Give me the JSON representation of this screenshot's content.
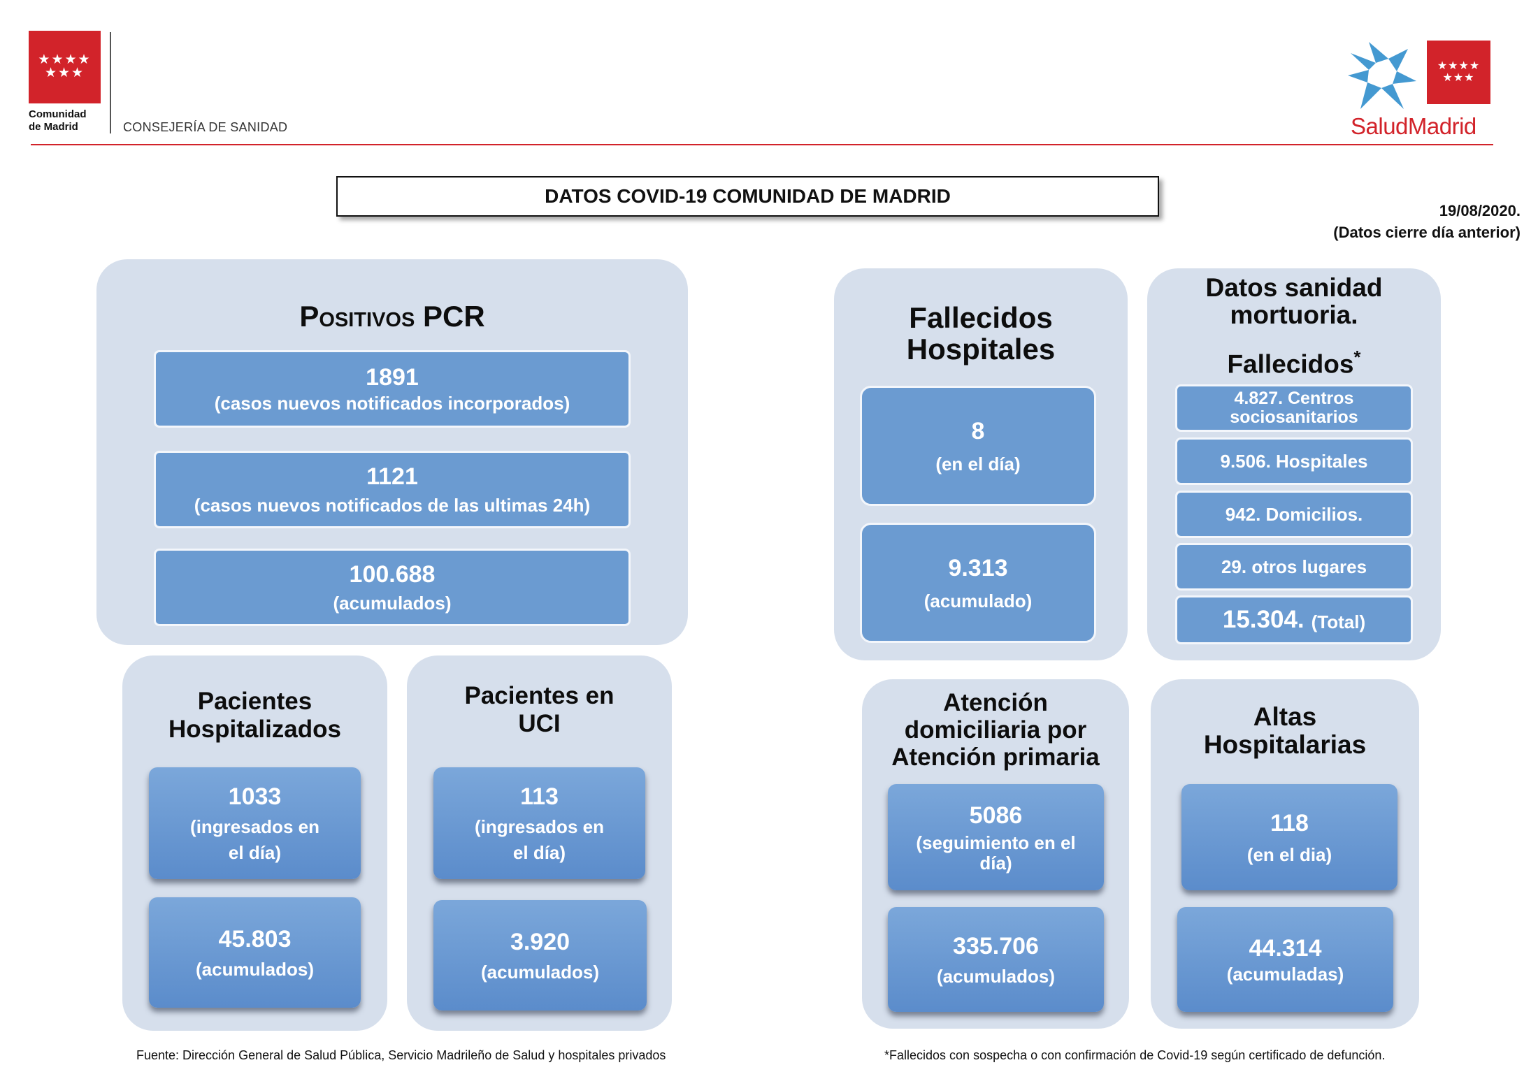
{
  "header": {
    "org_stars": "★★★★\n★★★",
    "org_name_line1": "Comunidad",
    "org_name_line2": "de Madrid",
    "department": "CONSEJERÍA DE SANIDAD",
    "salud_logo_text": "SaludMadrid"
  },
  "title": "DATOS COVID-19 COMUNIDAD DE MADRID",
  "date": {
    "line1": "19/08/2020.",
    "line2": "(Datos cierre día anterior)"
  },
  "pcr": {
    "title": "Positivos PCR",
    "items": [
      {
        "value": "1891",
        "desc": "(casos nuevos notificados incorporados)"
      },
      {
        "value": "1121",
        "desc": "(casos nuevos notificados de las ultimas 24h)"
      },
      {
        "value": "100.688",
        "desc": "(acumulados)"
      }
    ]
  },
  "hospitalizados": {
    "title_line1": "Pacientes",
    "title_line2": "Hospitalizados",
    "items": [
      {
        "value": "1033",
        "desc_line1": "(ingresados en",
        "desc_line2": "el día)"
      },
      {
        "value": "45.803",
        "desc_line1": "(acumulados)"
      }
    ]
  },
  "uci": {
    "title_line1": "Pacientes en",
    "title_line2": "UCI",
    "items": [
      {
        "value": "113",
        "desc_line1": "(ingresados en",
        "desc_line2": "el día)"
      },
      {
        "value": "3.920",
        "desc_line1": "(acumulados)"
      }
    ]
  },
  "fallecidos_hospitales": {
    "title_line1": "Fallecidos",
    "title_line2": "Hospitales",
    "items": [
      {
        "value": "8",
        "desc": "(en el día)"
      },
      {
        "value": "9.313",
        "desc": "(acumulado)"
      }
    ]
  },
  "mortuoria": {
    "title_line1": "Datos sanidad",
    "title_line2": "mortuoria.",
    "title_line3": "Fallecidos",
    "asterisk": "*",
    "items": [
      {
        "text_line1": "4.827. Centros",
        "text_line2": "sociosanitarios"
      },
      {
        "text_line1": "9.506. Hospitales"
      },
      {
        "text_line1": "942. Domicilios."
      },
      {
        "text_line1": "29. otros lugares"
      }
    ],
    "total_value": "15.304.",
    "total_label": "(Total)"
  },
  "atencion": {
    "title_line1": "Atención",
    "title_line2": "domiciliaria por",
    "title_line3": "Atención primaria",
    "items": [
      {
        "value": "5086",
        "desc_line1": "(seguimiento en el",
        "desc_line2": "día)"
      },
      {
        "value": "335.706",
        "desc_line1": "(acumulados)"
      }
    ]
  },
  "altas": {
    "title_line1": "Altas",
    "title_line2": "Hospitalarias",
    "items": [
      {
        "value": "118",
        "desc_line1": "(en el dia)"
      },
      {
        "value": "44.314",
        "desc_line1": "(acumuladas)"
      }
    ]
  },
  "footer": {
    "source": "Fuente: Dirección General de Salud Pública, Servicio Madrileño de Salud y hospitales privados",
    "note": "*Fallecidos con sospecha o con confirmación de Covid-19 según certificado de defunción."
  },
  "colors": {
    "brand_red": "#d2232a",
    "salud_blue": "#3a93cf",
    "panel_bg": "#d6dfec",
    "box_blue": "#6b9bd1"
  }
}
